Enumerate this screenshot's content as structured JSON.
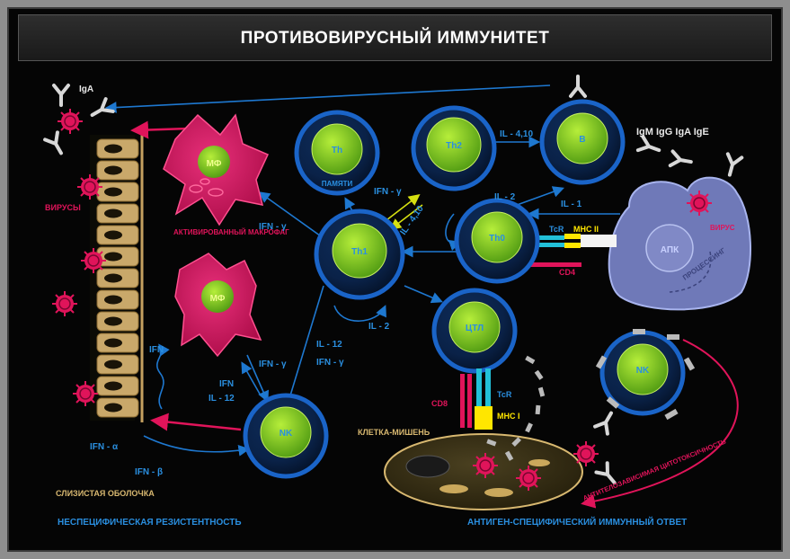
{
  "title": "ПРОТИВОВИРУСНЫЙ ИММУНИТЕТ",
  "cells": {
    "th_memory": "Th",
    "th_memory_sub": "ПАМЯТИ",
    "th2": "Th2",
    "b": "B",
    "th1": "Th1",
    "th0": "Th0",
    "apc": "АПК",
    "ctl": "ЦТЛ",
    "nk_left": "NK",
    "nk_right": "NK",
    "mf_top": "МФ",
    "mf_bottom": "МФ",
    "target": "КЛЕТКА-МИШЕНЬ"
  },
  "labels": {
    "iga": "IgA",
    "antibodies": "IgM IgG IgA IgE",
    "viruses": "ВИРУСЫ",
    "activated_macrophage": "АКТИВИРОВАННЫЙ МАКРОФАГ",
    "mucosa": "СЛИЗИСТАЯ ОБОЛОЧКА",
    "virus_apc": "ВИРУС",
    "processing": "ПРОЦЕССИНГ",
    "tcr_top": "TcR",
    "mhc2": "MHC II",
    "cd4": "CD4",
    "cd8": "CD8",
    "tcr_bottom": "TcR",
    "mhc1": "MHC I",
    "adcc": "АНТИТЕЛОЗАВИСИМАЯ ЦИТОТОКСИЧНОСТЬ",
    "nonspecific": "НЕСПЕЦИФИЧЕСКАЯ РЕЗИСТЕНТНОСТЬ",
    "specific": "АНТИГЕН-СПЕЦИФИЧЕСКИЙ ИММУННЫЙ ОТВЕТ"
  },
  "cytokines": {
    "il_4_10_top": "IL - 4,10",
    "il_2_top": "IL - 2",
    "il_1": "IL - 1",
    "ifn_g_th1_mf": "IFN - γ",
    "ifn_g_mem": "IFN - γ",
    "il_4_10_diag": "IL - 4,10",
    "il_2_th1": "IL - 2",
    "il_12_a": "IL - 12",
    "ifn_g_a": "IFN - γ",
    "ifn_g_b": "IFN - γ",
    "ifn_nk": "IFN",
    "il_12_nk": "IL - 12",
    "ifn_mucosa": "IFN",
    "ifn_alpha": "IFN - α",
    "ifn_beta": "IFN - β"
  },
  "colors": {
    "cell_blue": "#1a64c8",
    "nucleus_green": "#7fc424",
    "magenta": "#e0145a",
    "label_blue": "#2a8fe0",
    "arrow_blue": "#1e78d0",
    "yellow": "#ffe600",
    "apc_fill": "#6f79b8"
  }
}
